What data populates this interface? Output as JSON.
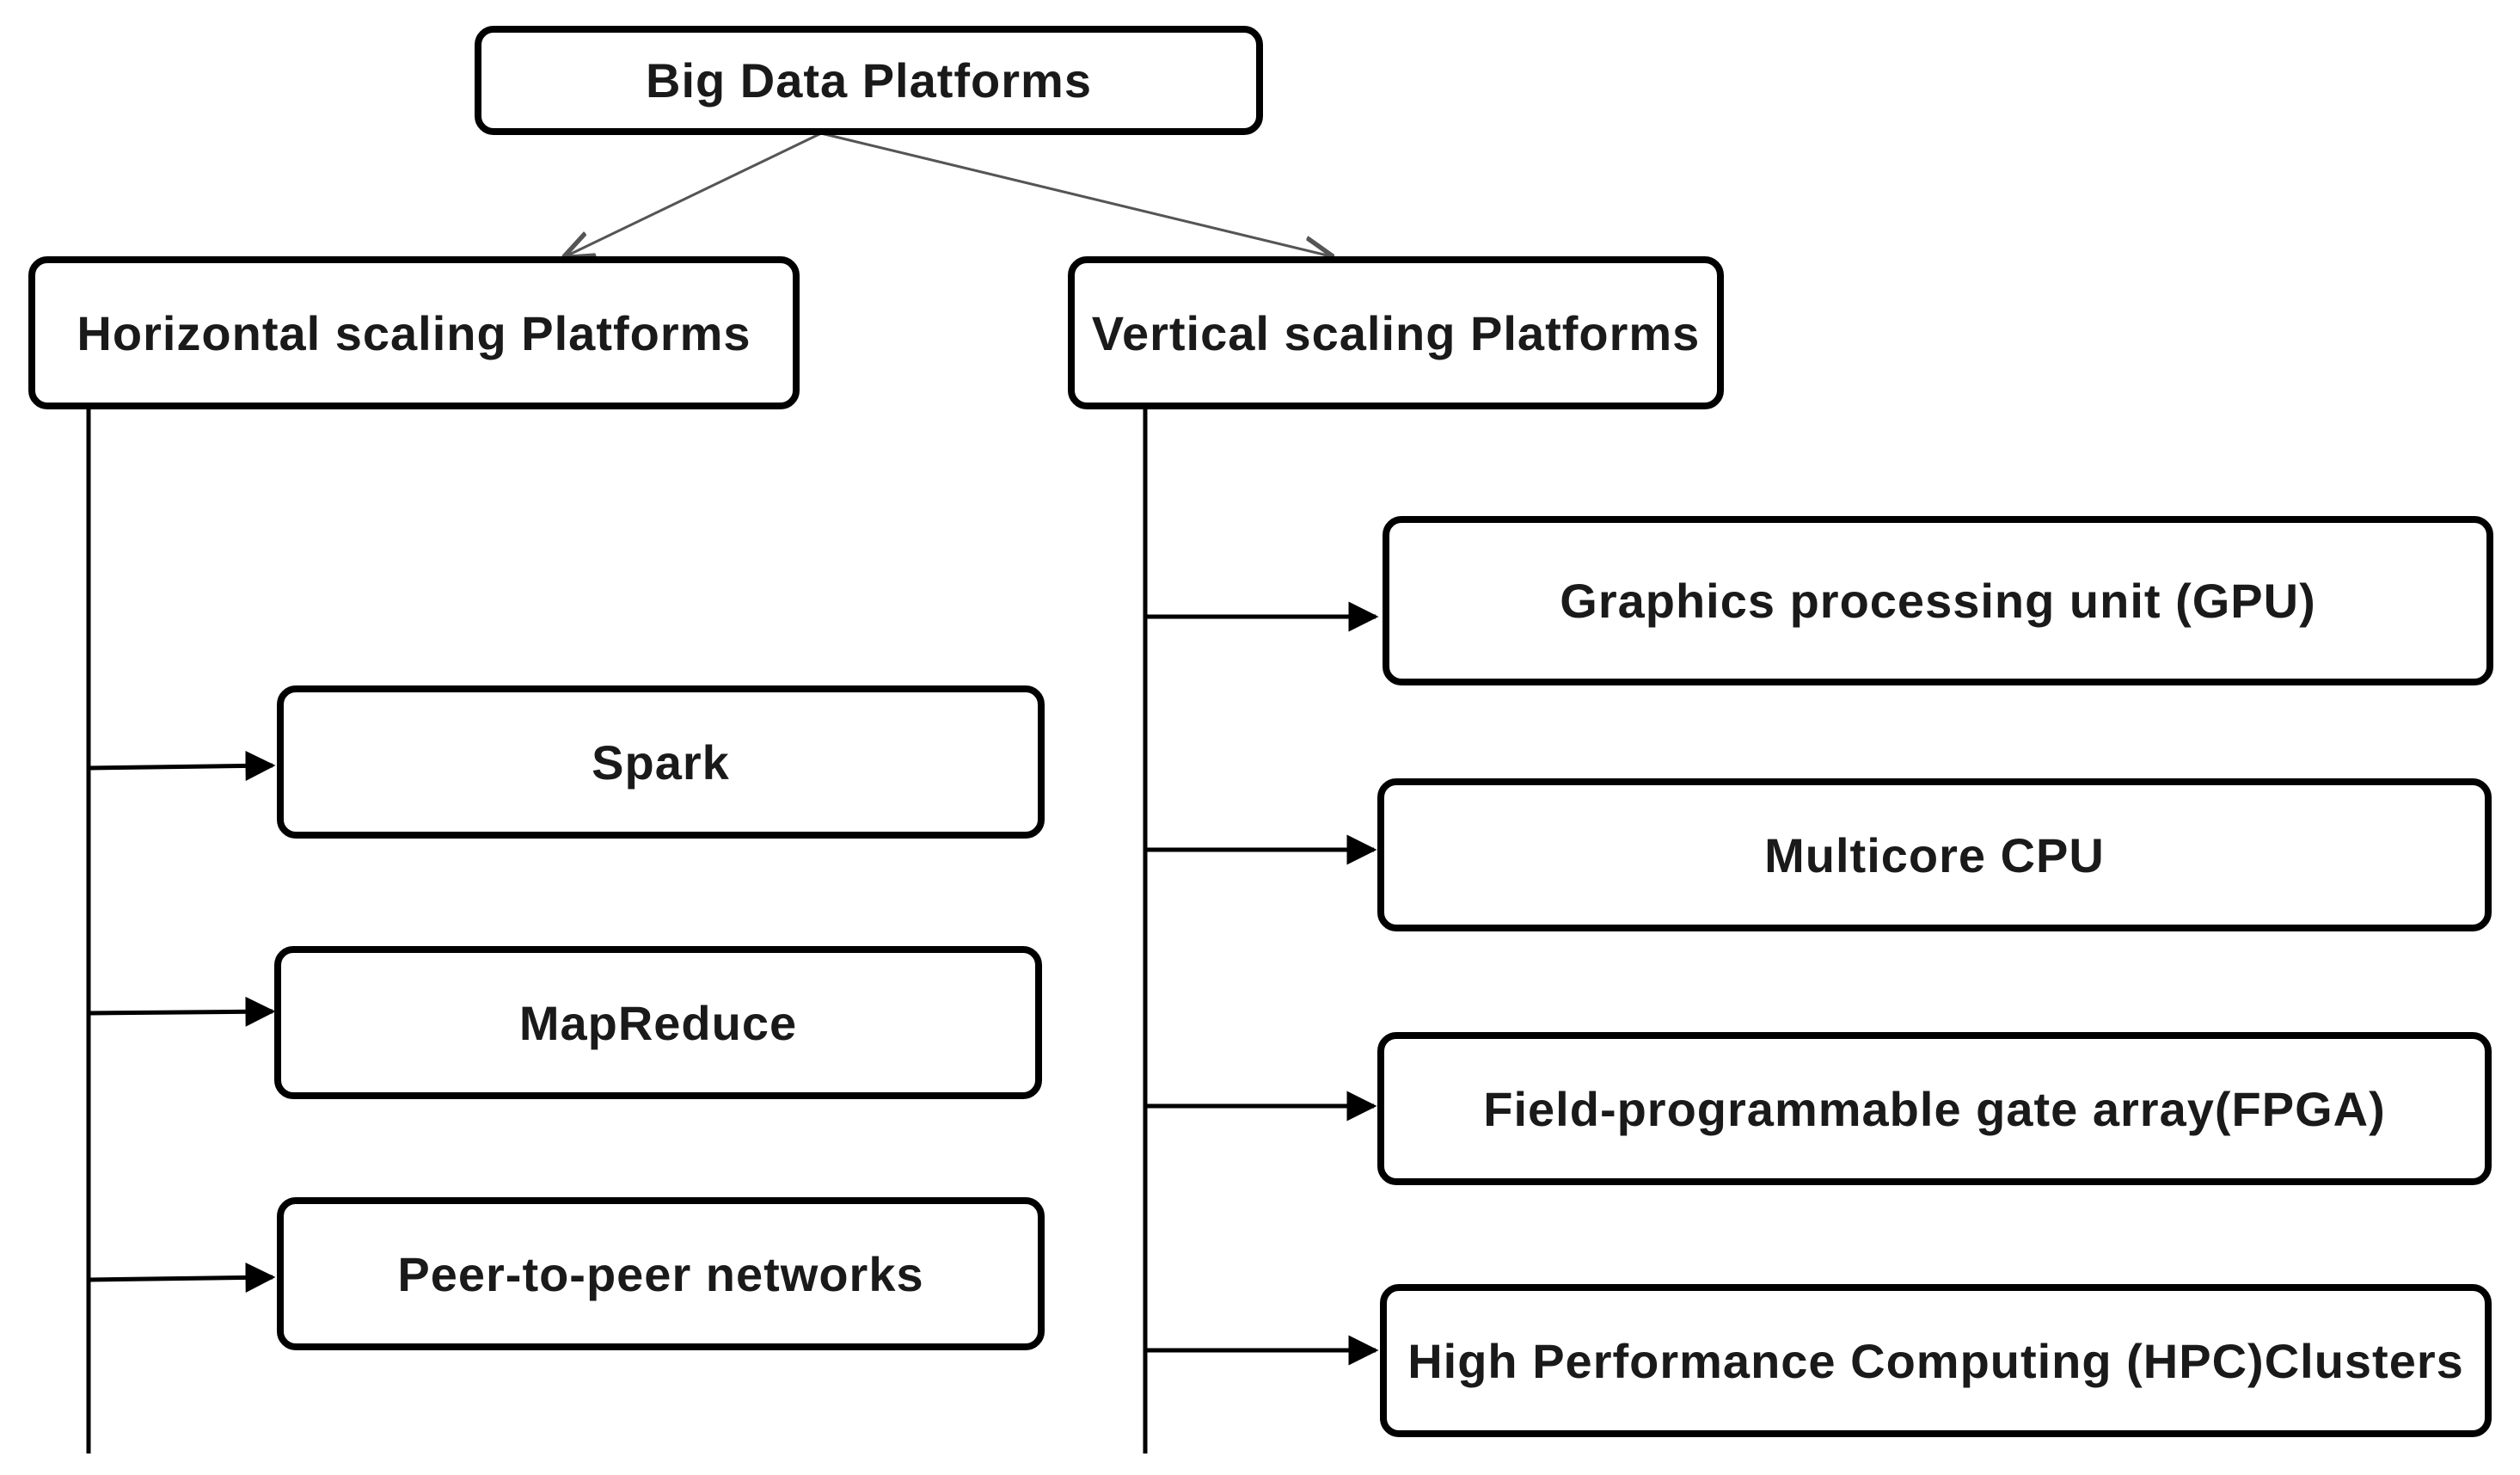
{
  "diagram": {
    "root": {
      "label": "Big Data Platforms"
    },
    "horizontal": {
      "label": "Horizontal scaling Platforms",
      "items": [
        {
          "label": "Spark"
        },
        {
          "label": "MapReduce"
        },
        {
          "label": "Peer-to-peer networks"
        }
      ]
    },
    "vertical": {
      "label": "Vertical scaling Platforms",
      "items": [
        {
          "label": "Graphics processing unit (GPU)"
        },
        {
          "label": "Multicore CPU"
        },
        {
          "label": "Field-programmable gate array(FPGA)"
        },
        {
          "label": "High Performance Computing (HPC)Clusters"
        }
      ]
    },
    "colors": {
      "stroke": "#000000",
      "connector": "#555555",
      "text": "#1a1a1a",
      "background": "#ffffff"
    }
  }
}
